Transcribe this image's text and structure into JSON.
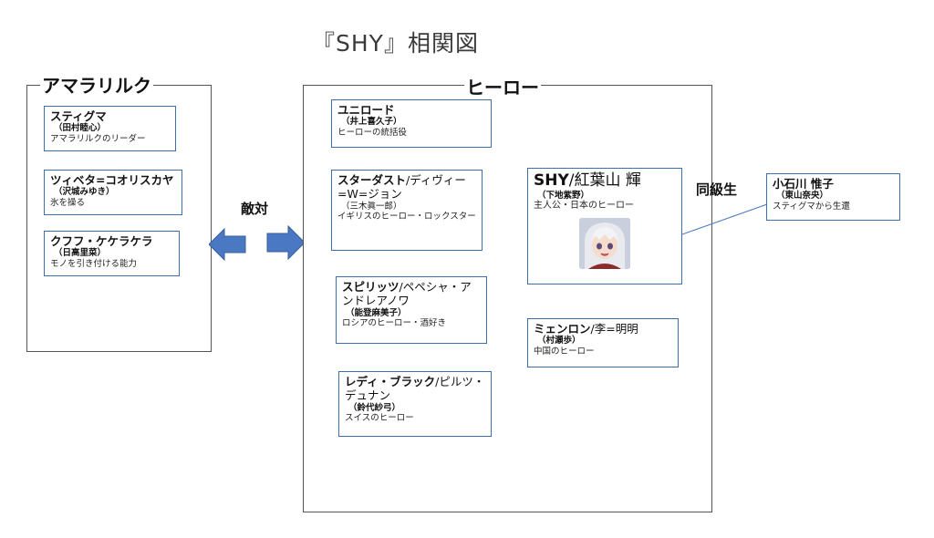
{
  "title": "『SHY』相関図",
  "groups": {
    "amarariruku": "アマラリルク",
    "heroes": "ヒーロー"
  },
  "relations": {
    "enemy": "敵対",
    "classmate": "同級生"
  },
  "villains": [
    {
      "name": "スティグマ",
      "cv": "（田村睦心）",
      "desc": "アマラリルクのリーダー"
    },
    {
      "name": "ツィベタ=コオリスカヤ",
      "cv": "（沢城みゆき）",
      "desc": "氷を操る"
    },
    {
      "name": "クフフ・ケケラケラ",
      "cv": "（日高里菜）",
      "desc": "モノを引き付ける能力"
    }
  ],
  "heroes": {
    "unilord": {
      "name": "ユニロード",
      "cv": "（井上喜久子）",
      "desc": "ヒーローの統括役"
    },
    "stardust": {
      "name_bold": "スターダスト",
      "name_rest": "/ディヴィー=W=ジョン",
      "cv": "（三木眞一郎）",
      "desc": "イギリスのヒーロー・ロックスター"
    },
    "spirits": {
      "name_bold": "スピリッツ",
      "name_rest": "/ペペシャ・アンドレアノワ",
      "cv": "（能登麻美子）",
      "desc": "ロシアのヒーロー・酒好き"
    },
    "lady_black": {
      "name_bold": "レディ・ブラック",
      "name_rest": "/ピルツ・デュナン",
      "cv": "（鈴代紗弓）",
      "desc": "スイスのヒーロー"
    },
    "shy": {
      "name_bold": "SHY",
      "name_rest": "/紅葉山 輝",
      "cv": "（下地紫野）",
      "desc": "主人公・日本のヒーロー"
    },
    "mienron": {
      "name_bold": "ミェンロン",
      "name_rest": "/李=明明",
      "cv": "（村瀬歩）",
      "desc": "中国のヒーロー"
    }
  },
  "others": {
    "koishikawa": {
      "name": "小石川 惟子",
      "cv": "（東山奈央）",
      "desc": "スティグマから生還"
    }
  },
  "colors": {
    "arrow": "#4a78c2",
    "card_border": "#3d6fb0",
    "group_border": "#555555"
  }
}
